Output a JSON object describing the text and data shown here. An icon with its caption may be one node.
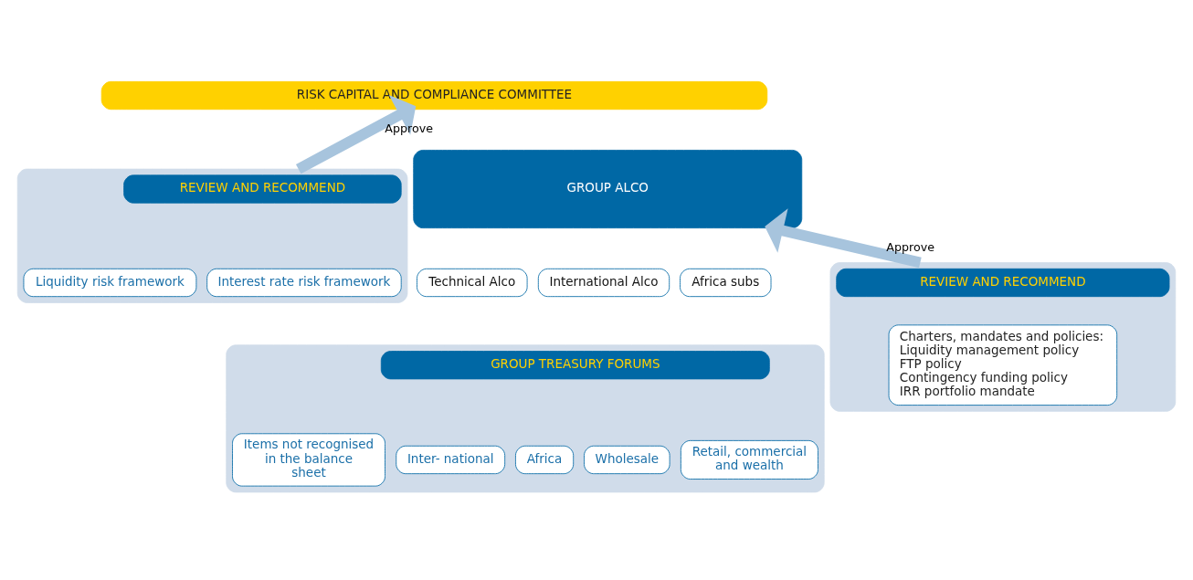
{
  "diagram": {
    "nodes": [
      {
        "text": [
          "RISK CAPITAL AND COMPLIANCE COMMITTEE"
        ]
      },
      {
        "text": [],
        "shape": "box"
      },
      {
        "text": [
          "REVIEW AND RECOMMEND"
        ],
        "in": 1
      },
      {
        "text": [
          "Interest rate risk framework"
        ],
        "in": 1
      },
      {
        "text": [
          "Liquidity risk framework"
        ],
        "in": 1
      },
      {
        "text": [
          "GROUP ALCO"
        ]
      },
      {
        "text": [
          "Technical Alco"
        ]
      },
      {
        "text": [
          "International Alco"
        ]
      },
      {
        "text": [
          "Africa subs"
        ]
      },
      {
        "text": [],
        "shape": "box"
      },
      {
        "text": [
          "GROUP TREASURY FORUMS"
        ],
        "in": 9
      },
      {
        "text": [
          "Retail, commercial and wealth"
        ],
        "in": 9
      },
      {
        "text": [
          "Wholesale"
        ],
        "in": 9
      },
      {
        "text": [
          "Africa"
        ],
        "in": 9
      },
      {
        "text": [
          "Inter- national"
        ],
        "in": 9
      },
      {
        "text": [
          "Items not recognised in the balance sheet"
        ],
        "in": 9
      },
      {
        "text": [],
        "shape": "box"
      },
      {
        "text": [
          "REVIEW AND RECOMMEND"
        ],
        "in": 16
      },
      {
        "text": [
          "Charters, mandates and policies:",
          "Liquidity management policy",
          "FTP policy",
          "Contingency funding policy",
          "IRR portfolio mandate"
        ],
        "in": 16
      }
    ],
    "edges": [
      {
        "from": 1,
        "to": 0,
        "arrow": "to",
        "label": "Approve"
      },
      {
        "from": 16,
        "to": 5,
        "arrow": "to",
        "label": "Approve"
      }
    ]
  }
}
